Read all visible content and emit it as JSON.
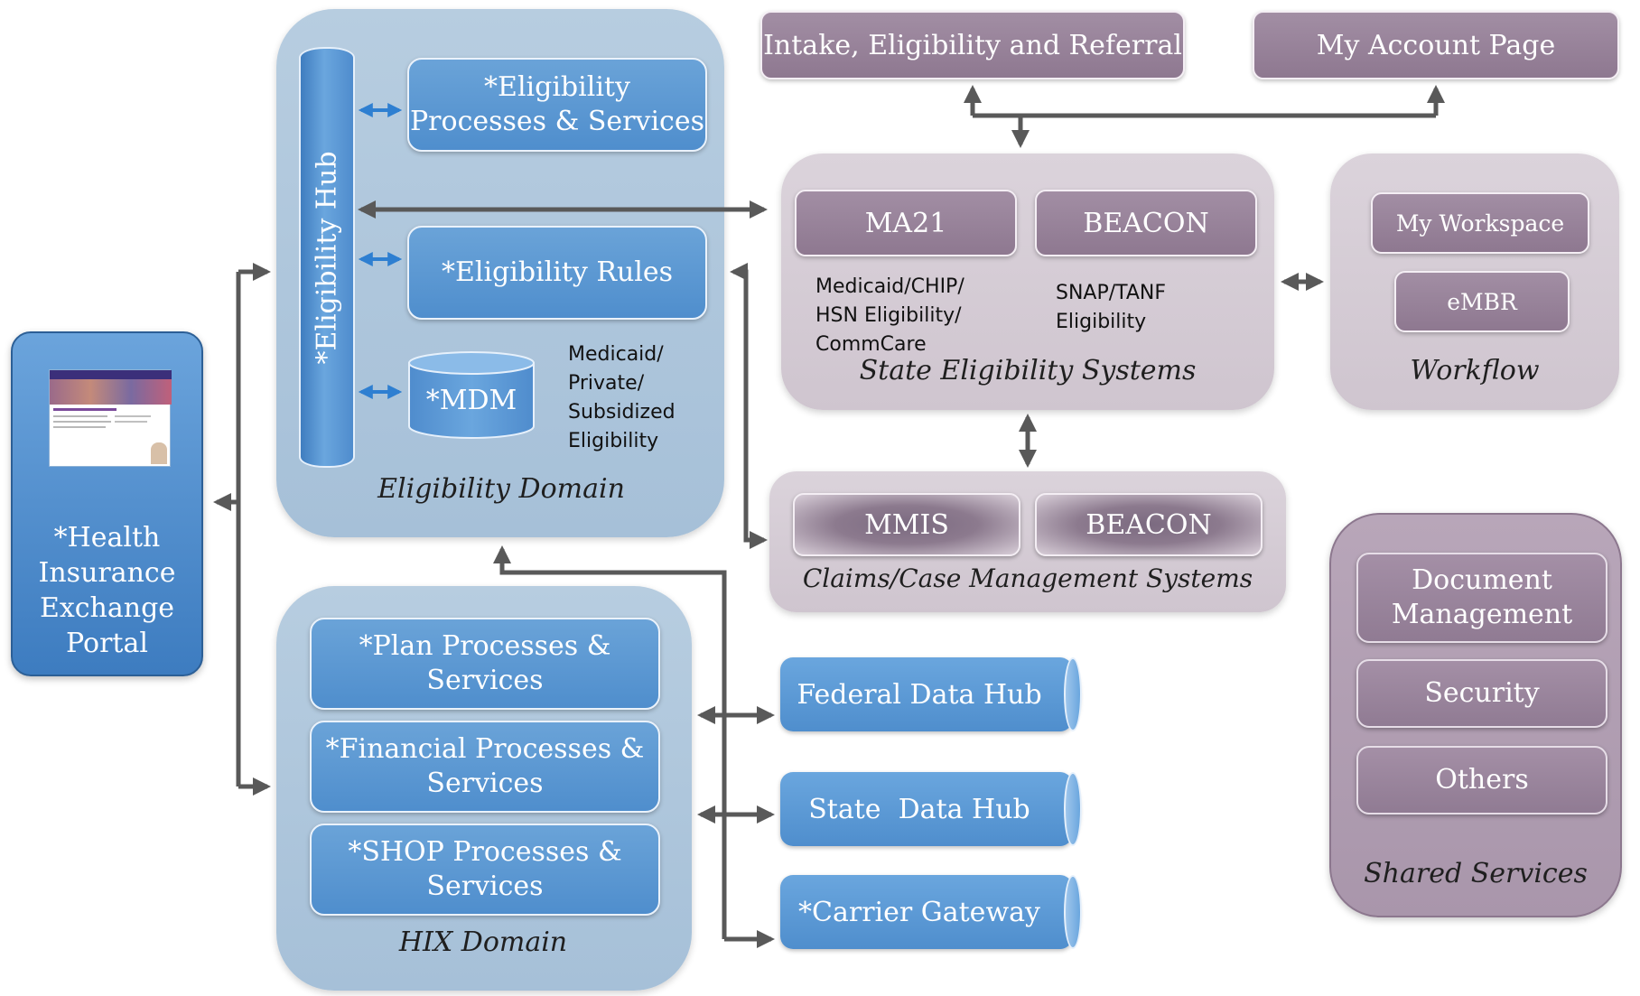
{
  "portal": {
    "label_lines": [
      "*Health",
      "Insurance",
      "Exchange",
      "Portal"
    ]
  },
  "eligibility_domain": {
    "label": "Eligibility Domain",
    "hub": "*Eligibility Hub",
    "processes": [
      "*Eligibility",
      "Processes & Services"
    ],
    "rules": "*Eligibility Rules",
    "mdm": "*MDM",
    "note": [
      "Medicaid/",
      "Private/",
      "Subsidized",
      "Eligibility"
    ]
  },
  "hix_domain": {
    "label": "HIX Domain",
    "boxes": [
      [
        "*Plan Processes &",
        "Services"
      ],
      [
        "*Financial Processes &",
        "Services"
      ],
      [
        "*SHOP Processes &",
        "Services"
      ]
    ]
  },
  "top_pages": {
    "intake": "Intake, Eligibility and Referral",
    "account": "My Account Page"
  },
  "state_systems": {
    "label": "State Eligibility Systems",
    "ma21": "MA21",
    "beacon": "BEACON",
    "ma21_note": [
      "Medicaid/CHIP/",
      "HSN Eligibility/",
      "CommCare"
    ],
    "beacon_note": [
      "SNAP/TANF",
      "Eligibility"
    ]
  },
  "workflow": {
    "label": "Workflow",
    "workspace": "My Workspace",
    "embr": "eMBR"
  },
  "claims": {
    "label": "Claims/Case Management Systems",
    "mmis": "MMIS",
    "beacon": "BEACON"
  },
  "hubs": {
    "federal": "Federal Data Hub",
    "state": "State  Data Hub",
    "carrier": "*Carrier Gateway"
  },
  "shared": {
    "label": "Shared Services",
    "items": [
      [
        "Document",
        "Management"
      ],
      [
        "Security"
      ],
      [
        "Others"
      ]
    ]
  },
  "colors": {
    "arrow_gray": "#595959",
    "arrow_blue": "#2e7fd1"
  }
}
